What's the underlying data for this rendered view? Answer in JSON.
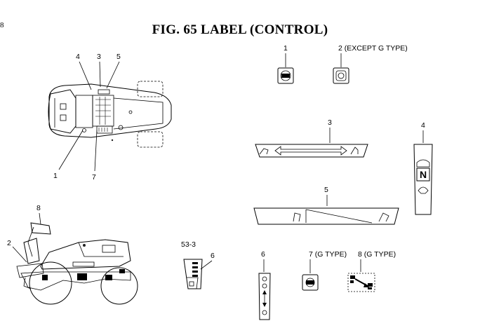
{
  "page_number": "8",
  "title": "FIG. 65  LABEL (CONTROL)",
  "callouts": {
    "top_view": {
      "c4": "4",
      "c3": "3",
      "c5": "5",
      "c1": "1",
      "c7": "7"
    },
    "side_view": {
      "c8": "8",
      "c2": "2"
    },
    "seat_detail": {
      "ref": "53-3",
      "c6": "6"
    }
  },
  "labels": {
    "l1": "1",
    "l2": "2 (EXCEPT G TYPE)",
    "l3": "3",
    "l4": "4",
    "l5": "5",
    "l6": "6",
    "l7": "7 (G TYPE)",
    "l8": "8 (G TYPE)",
    "n_mark": "N"
  }
}
